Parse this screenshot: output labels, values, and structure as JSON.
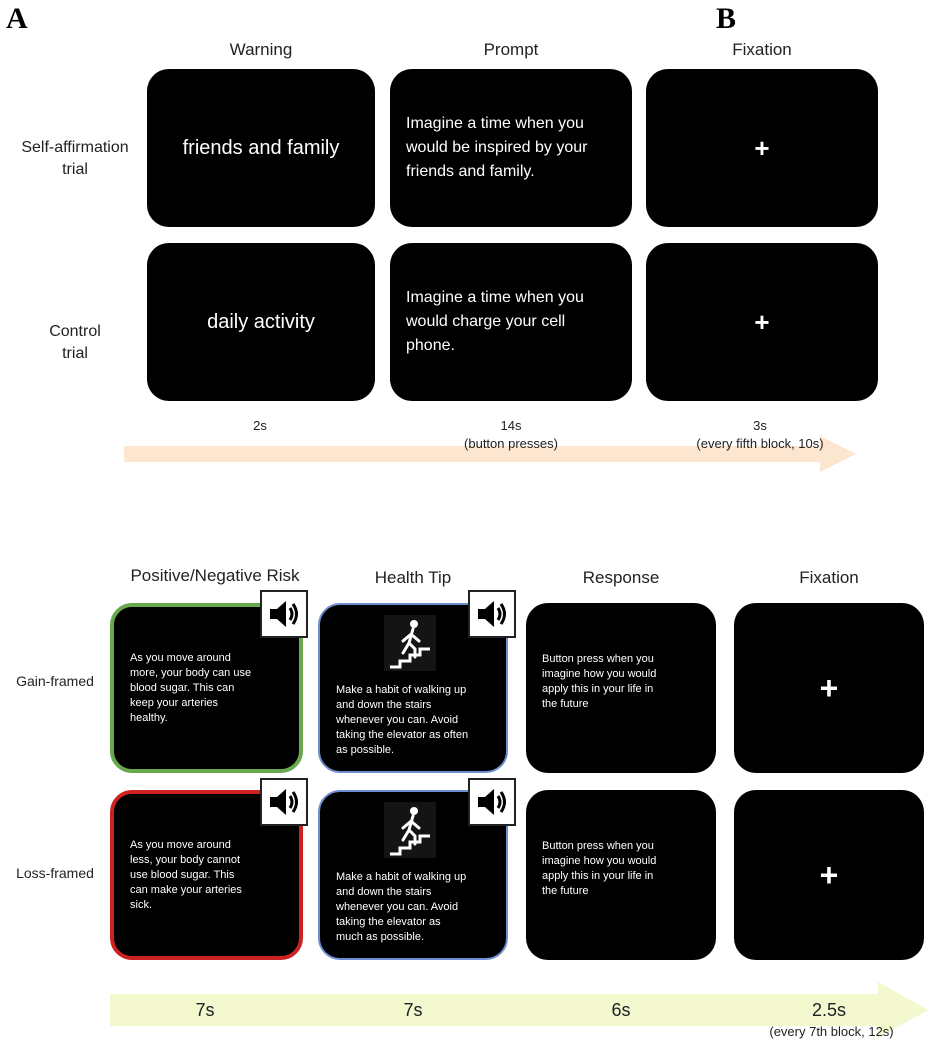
{
  "panel_a": {
    "label": "A",
    "columns": [
      "Warning",
      "Prompt",
      "Fixation"
    ],
    "rows": [
      {
        "label": "Self-affirmation\ntrial",
        "warning": "friends and family",
        "prompt": "Imagine a time when you\nwould be inspired by your\nfriends and family.",
        "fixation": "+"
      },
      {
        "label": "Control\ntrial",
        "warning": "daily activity",
        "prompt": "Imagine a time when you\nwould charge your cell\nphone.",
        "fixation": "+"
      }
    ],
    "timeline": [
      {
        "main": "2s",
        "sub": ""
      },
      {
        "main": "14s",
        "sub": "(button presses)"
      },
      {
        "main": "3s",
        "sub": "(every fifth block, 10s)"
      }
    ],
    "arrow_color": "#fde6cf"
  },
  "panel_b": {
    "label": "B",
    "columns": [
      "Positive/Negative Risk",
      "Health Tip",
      "Response",
      "Fixation"
    ],
    "rows": [
      {
        "label": "Gain-framed",
        "risk": "As you move around\nmore, your body can use\nblood sugar. This can\nkeep your arteries\nhealthy.",
        "risk_border": "#6aa84f",
        "tip": "Make a habit of walking up\nand down the stairs\nwhenever you can. Avoid\ntaking the elevator as often\nas possible.",
        "response": "Button press when you\nimagine how you would\napply this in your life in\nthe future",
        "fixation": "+"
      },
      {
        "label": "Loss-framed",
        "risk": "As you move around\nless, your body cannot\nuse blood sugar. This\ncan make your arteries\nsick.",
        "risk_border": "#cc2222",
        "tip": "Make a habit of walking up\nand down the stairs\nwhenever you can. Avoid\ntaking the elevator as\nmuch as possible.",
        "response": "Button press when you\nimagine how you would\napply this in your life in\nthe future",
        "fixation": "+"
      }
    ],
    "tip_border": "#6d8fd0",
    "timeline": [
      {
        "main": "7s",
        "sub": ""
      },
      {
        "main": "7s",
        "sub": ""
      },
      {
        "main": "6s",
        "sub": ""
      },
      {
        "main": "2.5s",
        "sub": "(every 7th block, 12s)"
      }
    ],
    "arrow_color": "#f3f8cf",
    "icons": [
      "speaker-icon",
      "stairs-walker-icon"
    ]
  }
}
